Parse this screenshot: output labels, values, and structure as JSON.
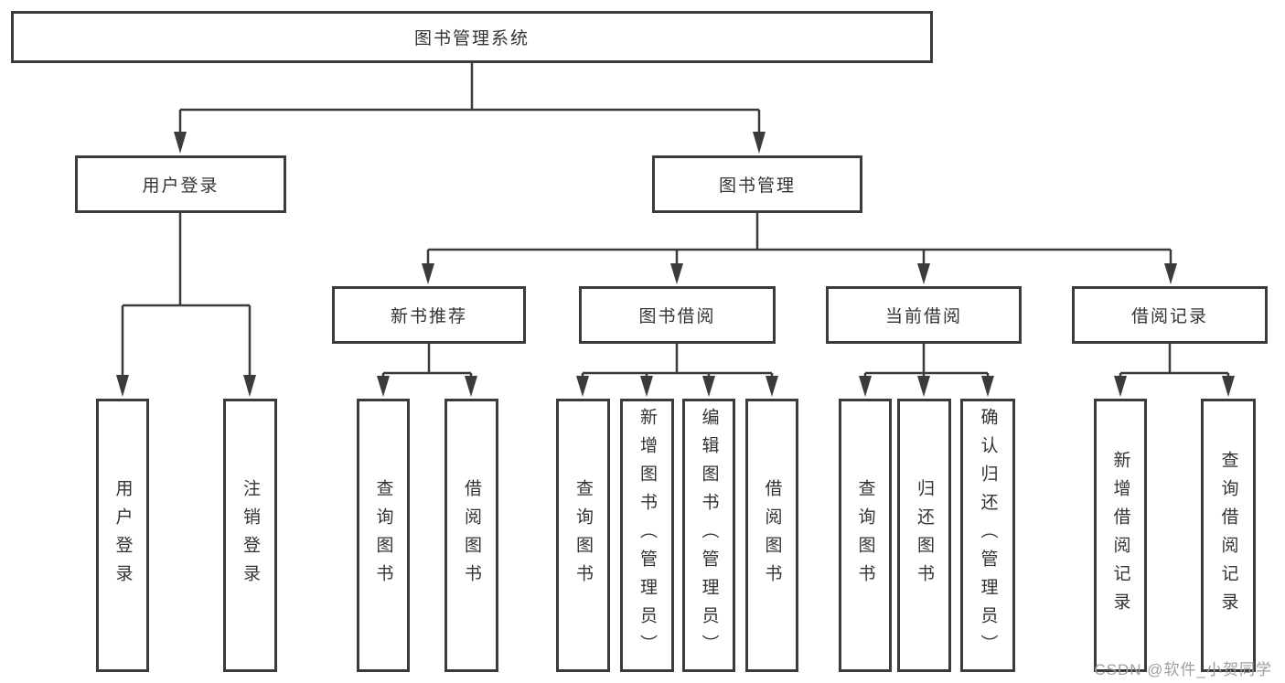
{
  "tree": {
    "label": "图书管理系统",
    "children": [
      {
        "label": "用户登录",
        "children": [
          {
            "label": "用户登录"
          },
          {
            "label": "注销登录"
          }
        ]
      },
      {
        "label": "图书管理",
        "children": [
          {
            "label": "新书推荐",
            "children": [
              {
                "label": "查询图书"
              },
              {
                "label": "借阅图书"
              }
            ]
          },
          {
            "label": "图书借阅",
            "children": [
              {
                "label": "查询图书"
              },
              {
                "label": "新增图书（管理员）"
              },
              {
                "label": "编辑图书（管理员）"
              },
              {
                "label": "借阅图书"
              }
            ]
          },
          {
            "label": "当前借阅",
            "children": [
              {
                "label": "查询图书"
              },
              {
                "label": "归还图书"
              },
              {
                "label": "确认归还（管理员）"
              }
            ]
          },
          {
            "label": "借阅记录",
            "children": [
              {
                "label": "新增借阅记录"
              },
              {
                "label": "查询借阅记录"
              }
            ]
          }
        ]
      }
    ]
  },
  "watermark": "CSDN @软件_小贺同学",
  "colors": {
    "line": "#3b3b3b",
    "text": "#333333",
    "box_background": "#ffffff",
    "watermark": "#9e9e9e"
  }
}
